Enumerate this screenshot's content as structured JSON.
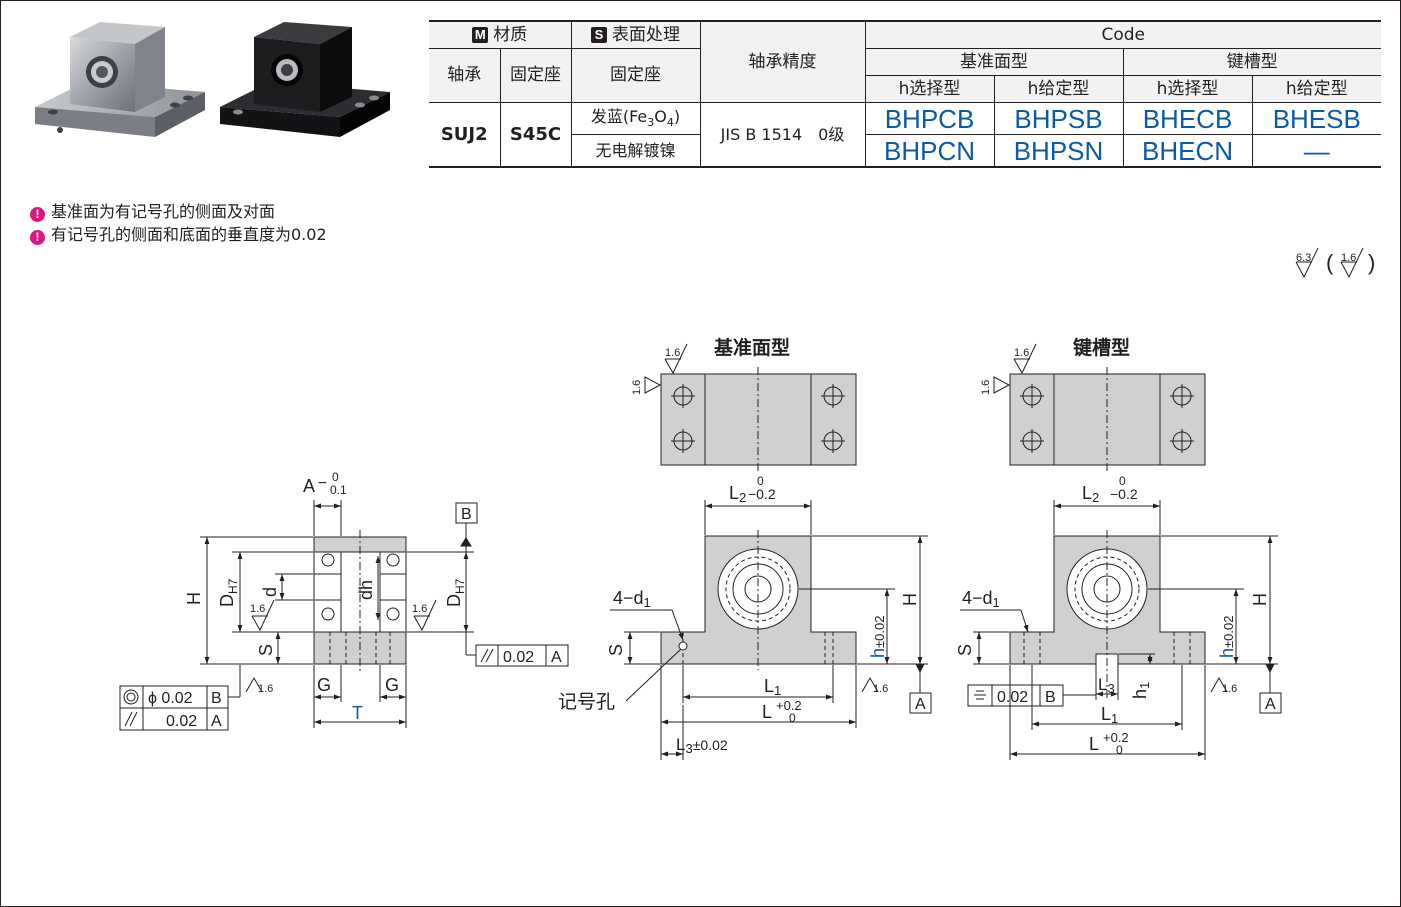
{
  "table": {
    "material_label": "材质",
    "material_badge": "M",
    "surface_label": "表面处理",
    "surface_badge": "S",
    "bearing_col": "轴承",
    "fixed_col": "固定座",
    "fixed_col2": "固定座",
    "accuracy_col": "轴承精度",
    "code_header": "Code",
    "ref_type": "基准面型",
    "key_type": "键槽型",
    "h_select": "h选择型",
    "h_fixed": "h给定型",
    "h_select2": "h选择型",
    "h_fixed2": "h给定型",
    "bearing_material": "SUJ2",
    "block_material": "S45C",
    "finish_1_prefix": "发蓝(Fe",
    "finish_1_sub1": "3",
    "finish_1_mid": "O",
    "finish_1_sub2": "4",
    "finish_1_suffix": ")",
    "finish_2": "无电解镀镍",
    "accuracy": "JIS B 1514　0级",
    "codes_row1": [
      "BHPCB",
      "BHPSB",
      "BHECB",
      "BHESB"
    ],
    "codes_row2": [
      "BHPCN",
      "BHPSN",
      "BHECN",
      "—"
    ]
  },
  "notes": [
    "基准面为有记号孔的侧面及对面",
    "有记号孔的侧面和底面的垂直度为0.02"
  ],
  "note_icon": "exclamation-icon",
  "roughness": {
    "main": "6.3",
    "sub": "1.6"
  },
  "drawings": {
    "ref_title": "基准面型",
    "key_title": "键槽型",
    "marker_hole": "记号孔",
    "rough": "1.6",
    "labels": {
      "A": "A",
      "zero": "0",
      "minus01": "−0.1",
      "H": "H",
      "DH7": "D",
      "H7": "H7",
      "d": "d",
      "dh": "dh",
      "S": "S",
      "G": "G",
      "T": "T",
      "B": "B",
      "L2": "L",
      "two": "2",
      "minus02": "−0.2",
      "four_d1": "4−d",
      "one": "1",
      "L1": "L",
      "L": "L",
      "plus02": "+0.2",
      "L3": "L",
      "three": "3",
      "pm002": "±0.02",
      "h": "h",
      "h1": "h",
      "tol_h": "±0.02"
    },
    "gdt": {
      "parallel_A": "0.02",
      "coax_B": "0.02",
      "par_A2": "0.02",
      "sym_B": "0.02",
      "phi": "ϕ"
    }
  },
  "colors": {
    "code_blue": "#0b5aa6",
    "note_magenta": "#d8187d",
    "ink": "#231f20"
  }
}
